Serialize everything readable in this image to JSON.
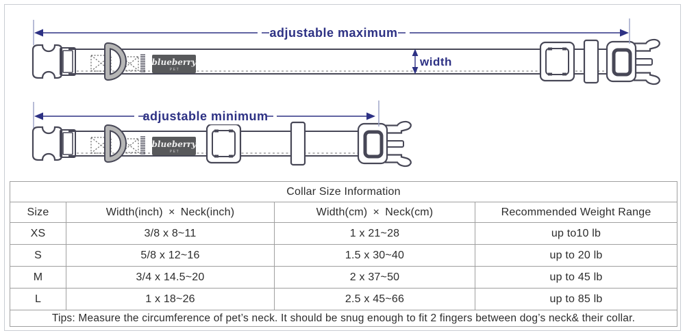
{
  "diagram": {
    "adjustable_maximum_label": "adjustable maximum",
    "adjustable_minimum_label": "adjustable minimum",
    "width_label": "width",
    "brand_name": "blueberry",
    "brand_sub": "PET"
  },
  "table": {
    "title": "Collar Size Information",
    "columns": [
      "Size",
      "Width(inch) × Neck(inch)",
      "Width(cm) × Neck(cm)",
      "Recommended Weight Range"
    ],
    "rows": [
      {
        "size": "XS",
        "inch": "3/8 x 8~11",
        "cm": "1 x 21~28",
        "weight": "up to10 lb"
      },
      {
        "size": "S",
        "inch": "5/8 x 12~16",
        "cm": "1.5 x 30~40",
        "weight": "up to 20 lb"
      },
      {
        "size": "M",
        "inch": "3/4 x 14.5~20",
        "cm": "2 x 37~50",
        "weight": "up to 45 lb"
      },
      {
        "size": "L",
        "inch": "1 x 18~26",
        "cm": "2.5 x 45~66",
        "weight": "up to 85 lb"
      }
    ],
    "tips": "Tips: Measure the circumference of pet’s neck. It should be snug enough to fit 2 fingers between dog’s neck& their collar."
  },
  "colors": {
    "annotation_blue": "#2d3184",
    "outline_dark": "#474756",
    "brand_label_bg": "#58595b",
    "table_border_gray": "#9f9f9f",
    "page_border_gray": "#c9cdd2"
  }
}
